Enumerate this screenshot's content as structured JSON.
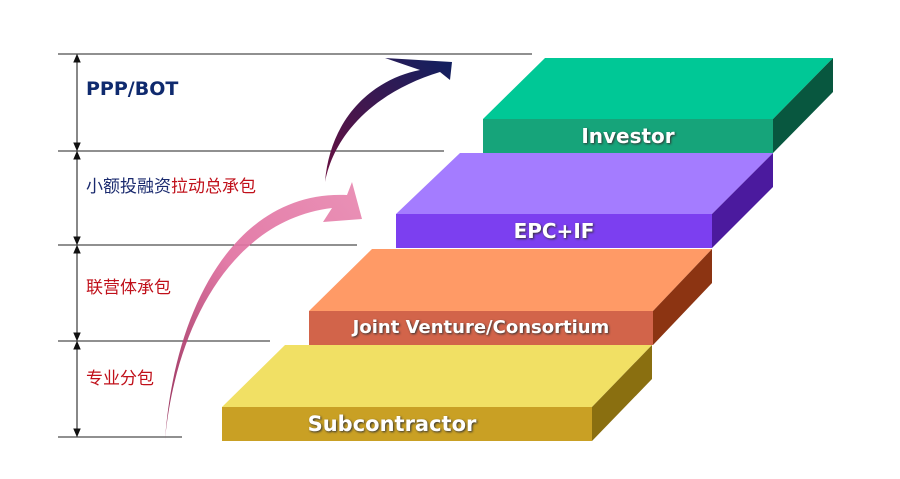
{
  "levels": {
    "ppp_bot": "PPP/BOT",
    "small_finance_part1": "小额投融资",
    "small_finance_part2": "拉动总承包",
    "consortium": "联营体承包",
    "specialized_subcontract": "专业分包"
  },
  "steps": [
    {
      "label": "Investor",
      "top": "#00c896",
      "front": "#16a47a",
      "side": "#08573f"
    },
    {
      "label": "EPC+IF",
      "top": "#a47cff",
      "front": "#7c3ff0",
      "side": "#4b1a9e"
    },
    {
      "label": "Joint Venture/Consortium",
      "top": "#ff9a66",
      "front": "#d2644a",
      "side": "#8c3412"
    },
    {
      "label": "Subcontractor",
      "top": "#f1e064",
      "front": "#c9a024",
      "side": "#8a6f10"
    }
  ]
}
